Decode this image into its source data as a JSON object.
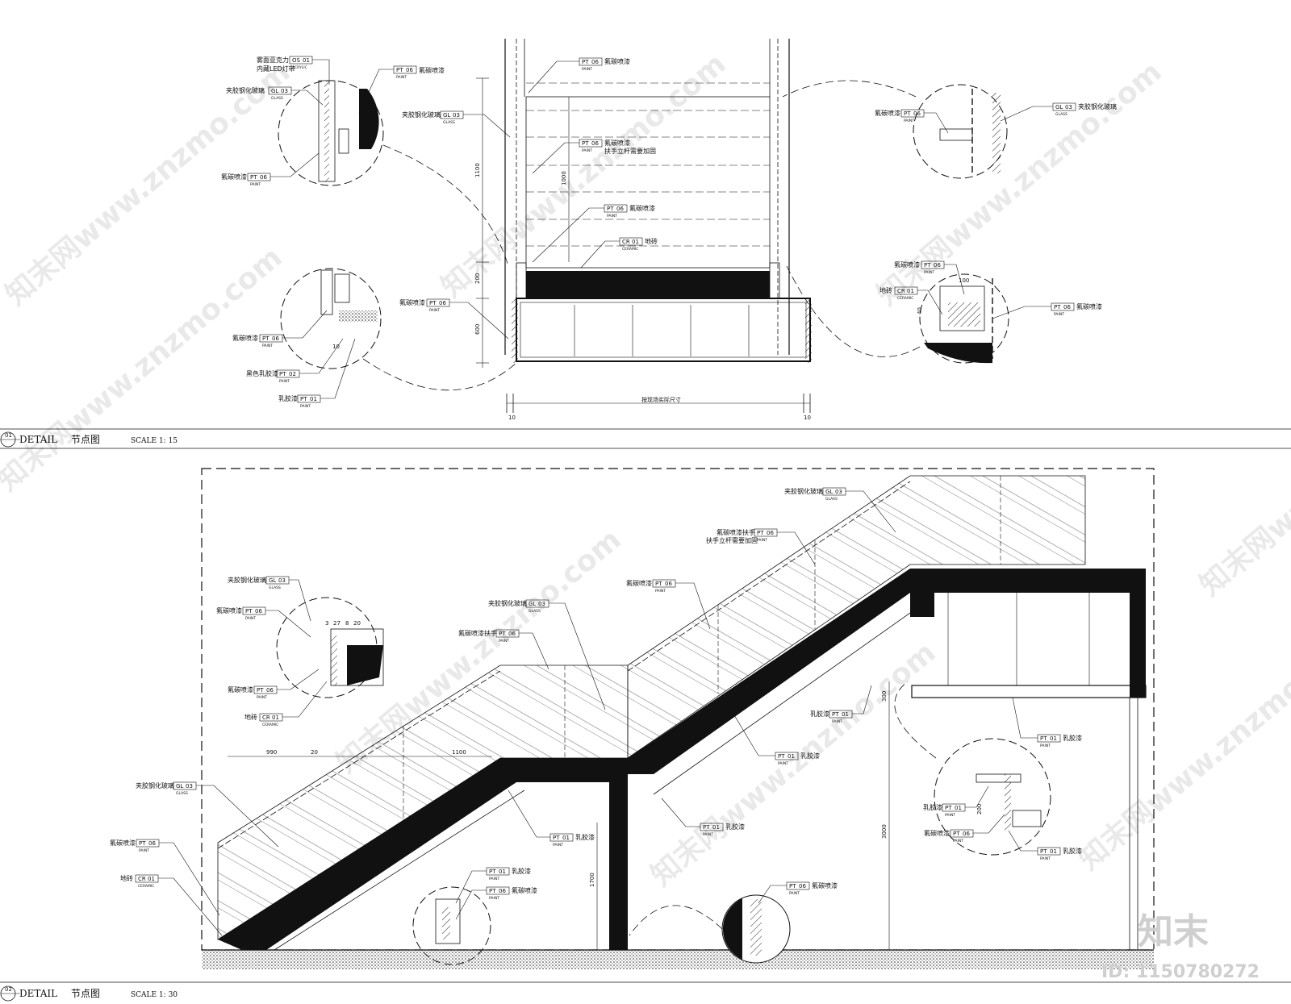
{
  "titles": [
    {
      "num": "01",
      "en": "DETAIL",
      "cn": "节点图",
      "scale": "SCALE  1: 15"
    },
    {
      "num": "02",
      "en": "DETAIL",
      "cn": "节点图",
      "scale": "SCALE  1: 30"
    }
  ],
  "materials": {
    "paint_fc": {
      "cn": "氟碳喷漆",
      "code": "PT",
      "num": "06",
      "sub": "PAINT"
    },
    "glass": {
      "cn": "夹胶钢化玻璃",
      "code": "GL",
      "num": "03",
      "sub": "GLASS"
    },
    "tile": {
      "cn": "地砖",
      "code": "CR",
      "num": "01",
      "sub": "CERAMIC"
    },
    "latex": {
      "cn": "乳胶漆",
      "code": "PT",
      "num": "01",
      "sub": "PAINT"
    },
    "black_latex": {
      "cn": "黑色乳胶漆",
      "code": "PT",
      "num": "02",
      "sub": "PAINT"
    },
    "acrylic": {
      "cn": "雾面亚克力",
      "cn2": "内藏LED灯带",
      "code": "OS",
      "num": "01",
      "sub": "ACRYLIC"
    },
    "handrail": {
      "cn": "氟碳喷漆",
      "cn2": "扶手立杆需要加固",
      "code": "PT",
      "num": "06",
      "sub": "PAINT"
    },
    "handrail2": {
      "cn": "氟碳喷漆扶手",
      "code": "PT",
      "num": "06",
      "sub": "PAINT"
    },
    "handrail3": {
      "cn": "氟碳喷漆扶手",
      "cn2": "扶手立杆需要加固",
      "code": "PT",
      "num": "06",
      "sub": "PAINT"
    }
  },
  "dims_top": {
    "h1": "1100",
    "h2": "1000",
    "h3": "200",
    "h4": "600",
    "w_left": "10",
    "w_right": "10",
    "w_mid": "按现场实际尺寸",
    "d1": "100",
    "d2": "40",
    "d3": "10"
  },
  "dims_bottom": {
    "d1": "990",
    "d2": "20",
    "d3": "1100",
    "d4": "300",
    "d5": "3000",
    "d6": "1700",
    "d7": "200",
    "d8": "3",
    "d9": "27",
    "d10": "8",
    "d11": "20"
  },
  "watermark": {
    "text": "知末网www.znzmo.com",
    "logo": "知末",
    "id": "ID: 1150780272"
  }
}
